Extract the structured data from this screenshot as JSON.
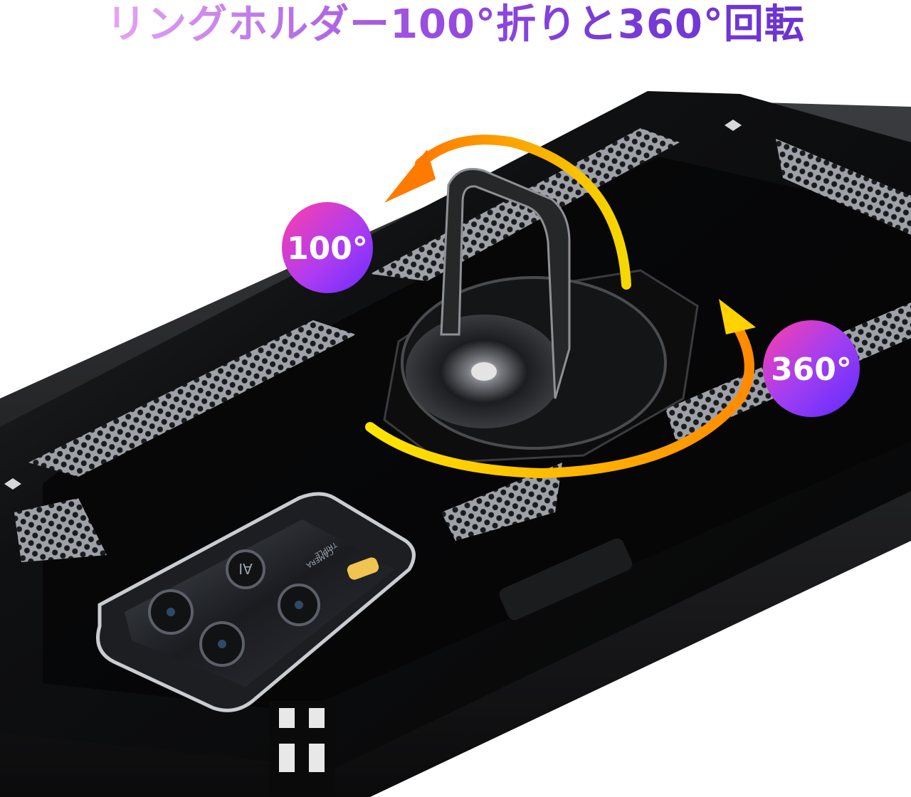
{
  "headline": "リングホルダー100°折りと360°回転",
  "badges": {
    "fold": "100°",
    "rotate": "360°"
  },
  "camera_module": {
    "lens_label": "AI",
    "module_label_line1": "TRIPLE",
    "module_label_line2": "CAMERA"
  },
  "colors": {
    "headline_gradient_start": "#e6a6f4",
    "headline_gradient_end": "#6a33d0",
    "badge_gradient_start": "#ff3fa8",
    "badge_gradient_end": "#6a2cff",
    "arrow_start": "#f6d900",
    "arrow_end": "#ff7a00",
    "case": "#0c0c0d"
  },
  "icons": {
    "fold_arrow": "curved-arrow-icon",
    "rotate_arrow": "circular-arrow-icon"
  }
}
